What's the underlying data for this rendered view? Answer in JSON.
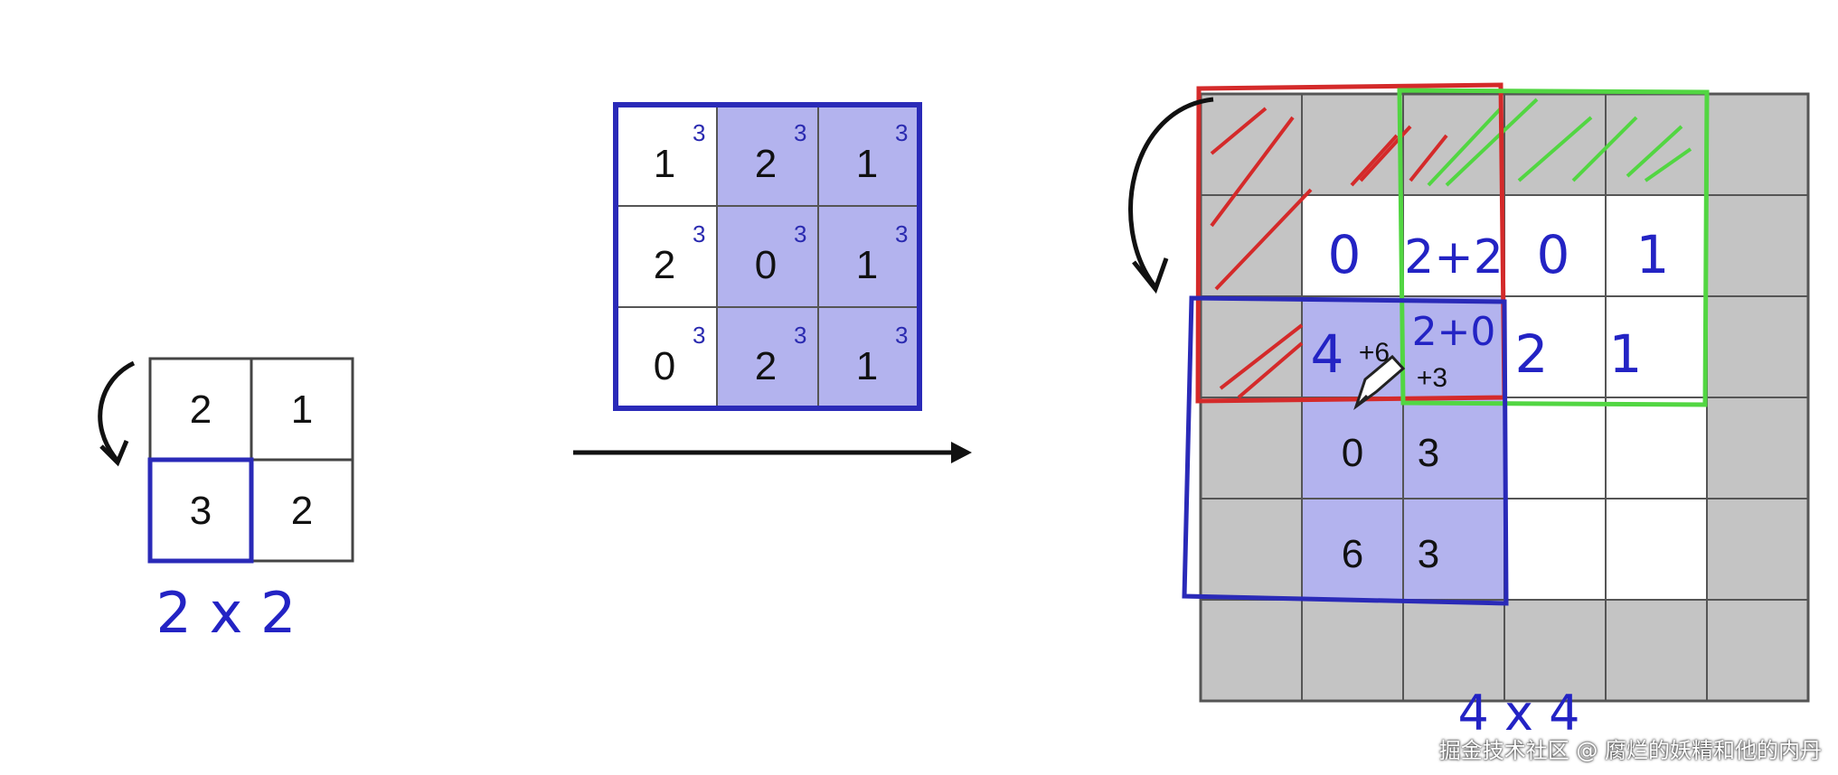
{
  "input_matrix": {
    "cells": [
      [
        "2",
        "1"
      ],
      [
        "3",
        "2"
      ]
    ],
    "size_label": "2 x 2"
  },
  "kernel": {
    "cells": [
      [
        "1",
        "2",
        "1"
      ],
      [
        "2",
        "0",
        "1"
      ],
      [
        "0",
        "2",
        "1"
      ]
    ],
    "superscript": "3"
  },
  "output_matrix": {
    "row1": [
      "0",
      "2+2",
      "0",
      "1"
    ],
    "row2": [
      "4",
      "+6",
      "2+0",
      "+3",
      "2",
      "1"
    ],
    "row3": [
      "0",
      "3"
    ],
    "row4": [
      "6",
      "3"
    ],
    "size_label": "4 x 4"
  },
  "colors": {
    "kernel_fill": "#b3b3ee",
    "border_blue": "#2a2ab8",
    "red": "#d42a2a",
    "green": "#52d642",
    "gray": "#c4c4c4"
  },
  "watermark": "掘金技术社区 @ 腐烂的妖精和他的内丹"
}
